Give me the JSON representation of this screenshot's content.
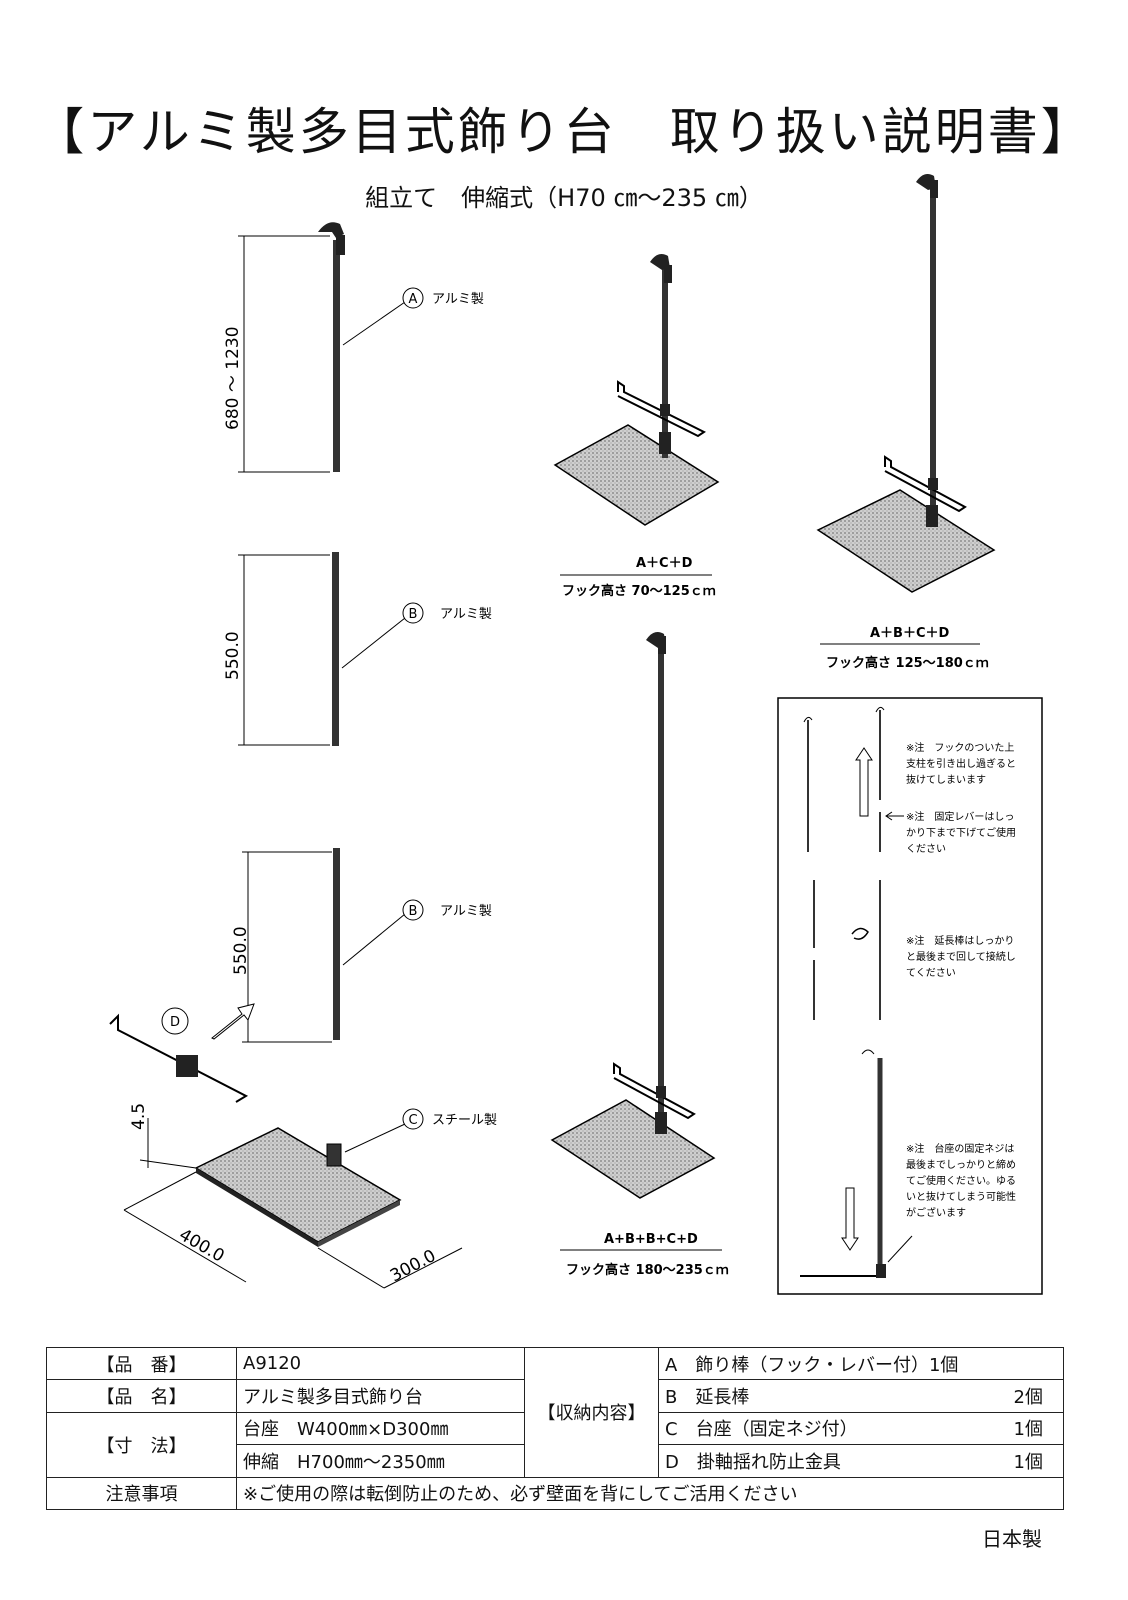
{
  "title": "【アルミ製多目式飾り台　取り扱い説明書】",
  "subtitle": "組立て　伸縮式（H70 ㎝〜235 ㎝）",
  "parts": {
    "a": {
      "letter": "A",
      "label": "アルミ製",
      "dim": "680 〜 1230"
    },
    "b1": {
      "letter": "B",
      "label": "アルミ製",
      "dim": "550.0"
    },
    "b2": {
      "letter": "B",
      "label": "アルミ製",
      "dim": "550.0"
    },
    "c": {
      "letter": "C",
      "label": "スチール製",
      "dim_h": "4.5",
      "dim_w": "400.0",
      "dim_d": "300.0"
    },
    "d": {
      "letter": "D"
    }
  },
  "configs": {
    "acd": {
      "formula": "A＋C＋D",
      "height": "フック高さ 70〜125ｃｍ"
    },
    "abcd": {
      "formula": "A＋B＋C＋D",
      "height": "フック高さ 125〜180ｃｍ"
    },
    "abbcd": {
      "formula": "A+B+B+C+D",
      "height": "フック高さ 180〜235ｃｍ"
    }
  },
  "notes": {
    "n1": [
      "※注　フックのついた上",
      "支柱を引き出し過ぎると",
      "抜けてしまいます"
    ],
    "n2": [
      "※注　固定レバーはしっ",
      "かり下まで下げてご使用",
      "ください"
    ],
    "n3": [
      "※注　延長棒はしっかり",
      "と最後まで回して接続し",
      "てください"
    ],
    "n4": [
      "※注　台座の固定ネジは",
      "最後までしっかりと締め",
      "てご使用ください。ゆる",
      "いと抜けてしまう可能性",
      "がございます"
    ]
  },
  "spec": {
    "hinban_label": "【品　番】",
    "hinban": "A9120",
    "hinmei_label": "【品　名】",
    "hinmei": "アルミ製多目式飾り台",
    "sunpo_label": "【寸　法】",
    "sunpo_base": "台座　W400㎜×D300㎜",
    "sunpo_ext": "伸縮　H700㎜〜2350㎜",
    "contents_label": "【収納内容】",
    "items": [
      {
        "name": "A　飾り棒（フック・レバー付）1個",
        "qty": ""
      },
      {
        "name": "B　延長棒",
        "qty": "2個"
      },
      {
        "name": "C　台座（固定ネジ付）",
        "qty": "1個"
      },
      {
        "name": "D　掛軸揺れ防止金具",
        "qty": "1個"
      }
    ],
    "caution_label": "注意事項",
    "caution": "※ご使用の際は転倒防止のため、必ず壁面を背にしてご活用ください"
  },
  "origin": "日本製"
}
